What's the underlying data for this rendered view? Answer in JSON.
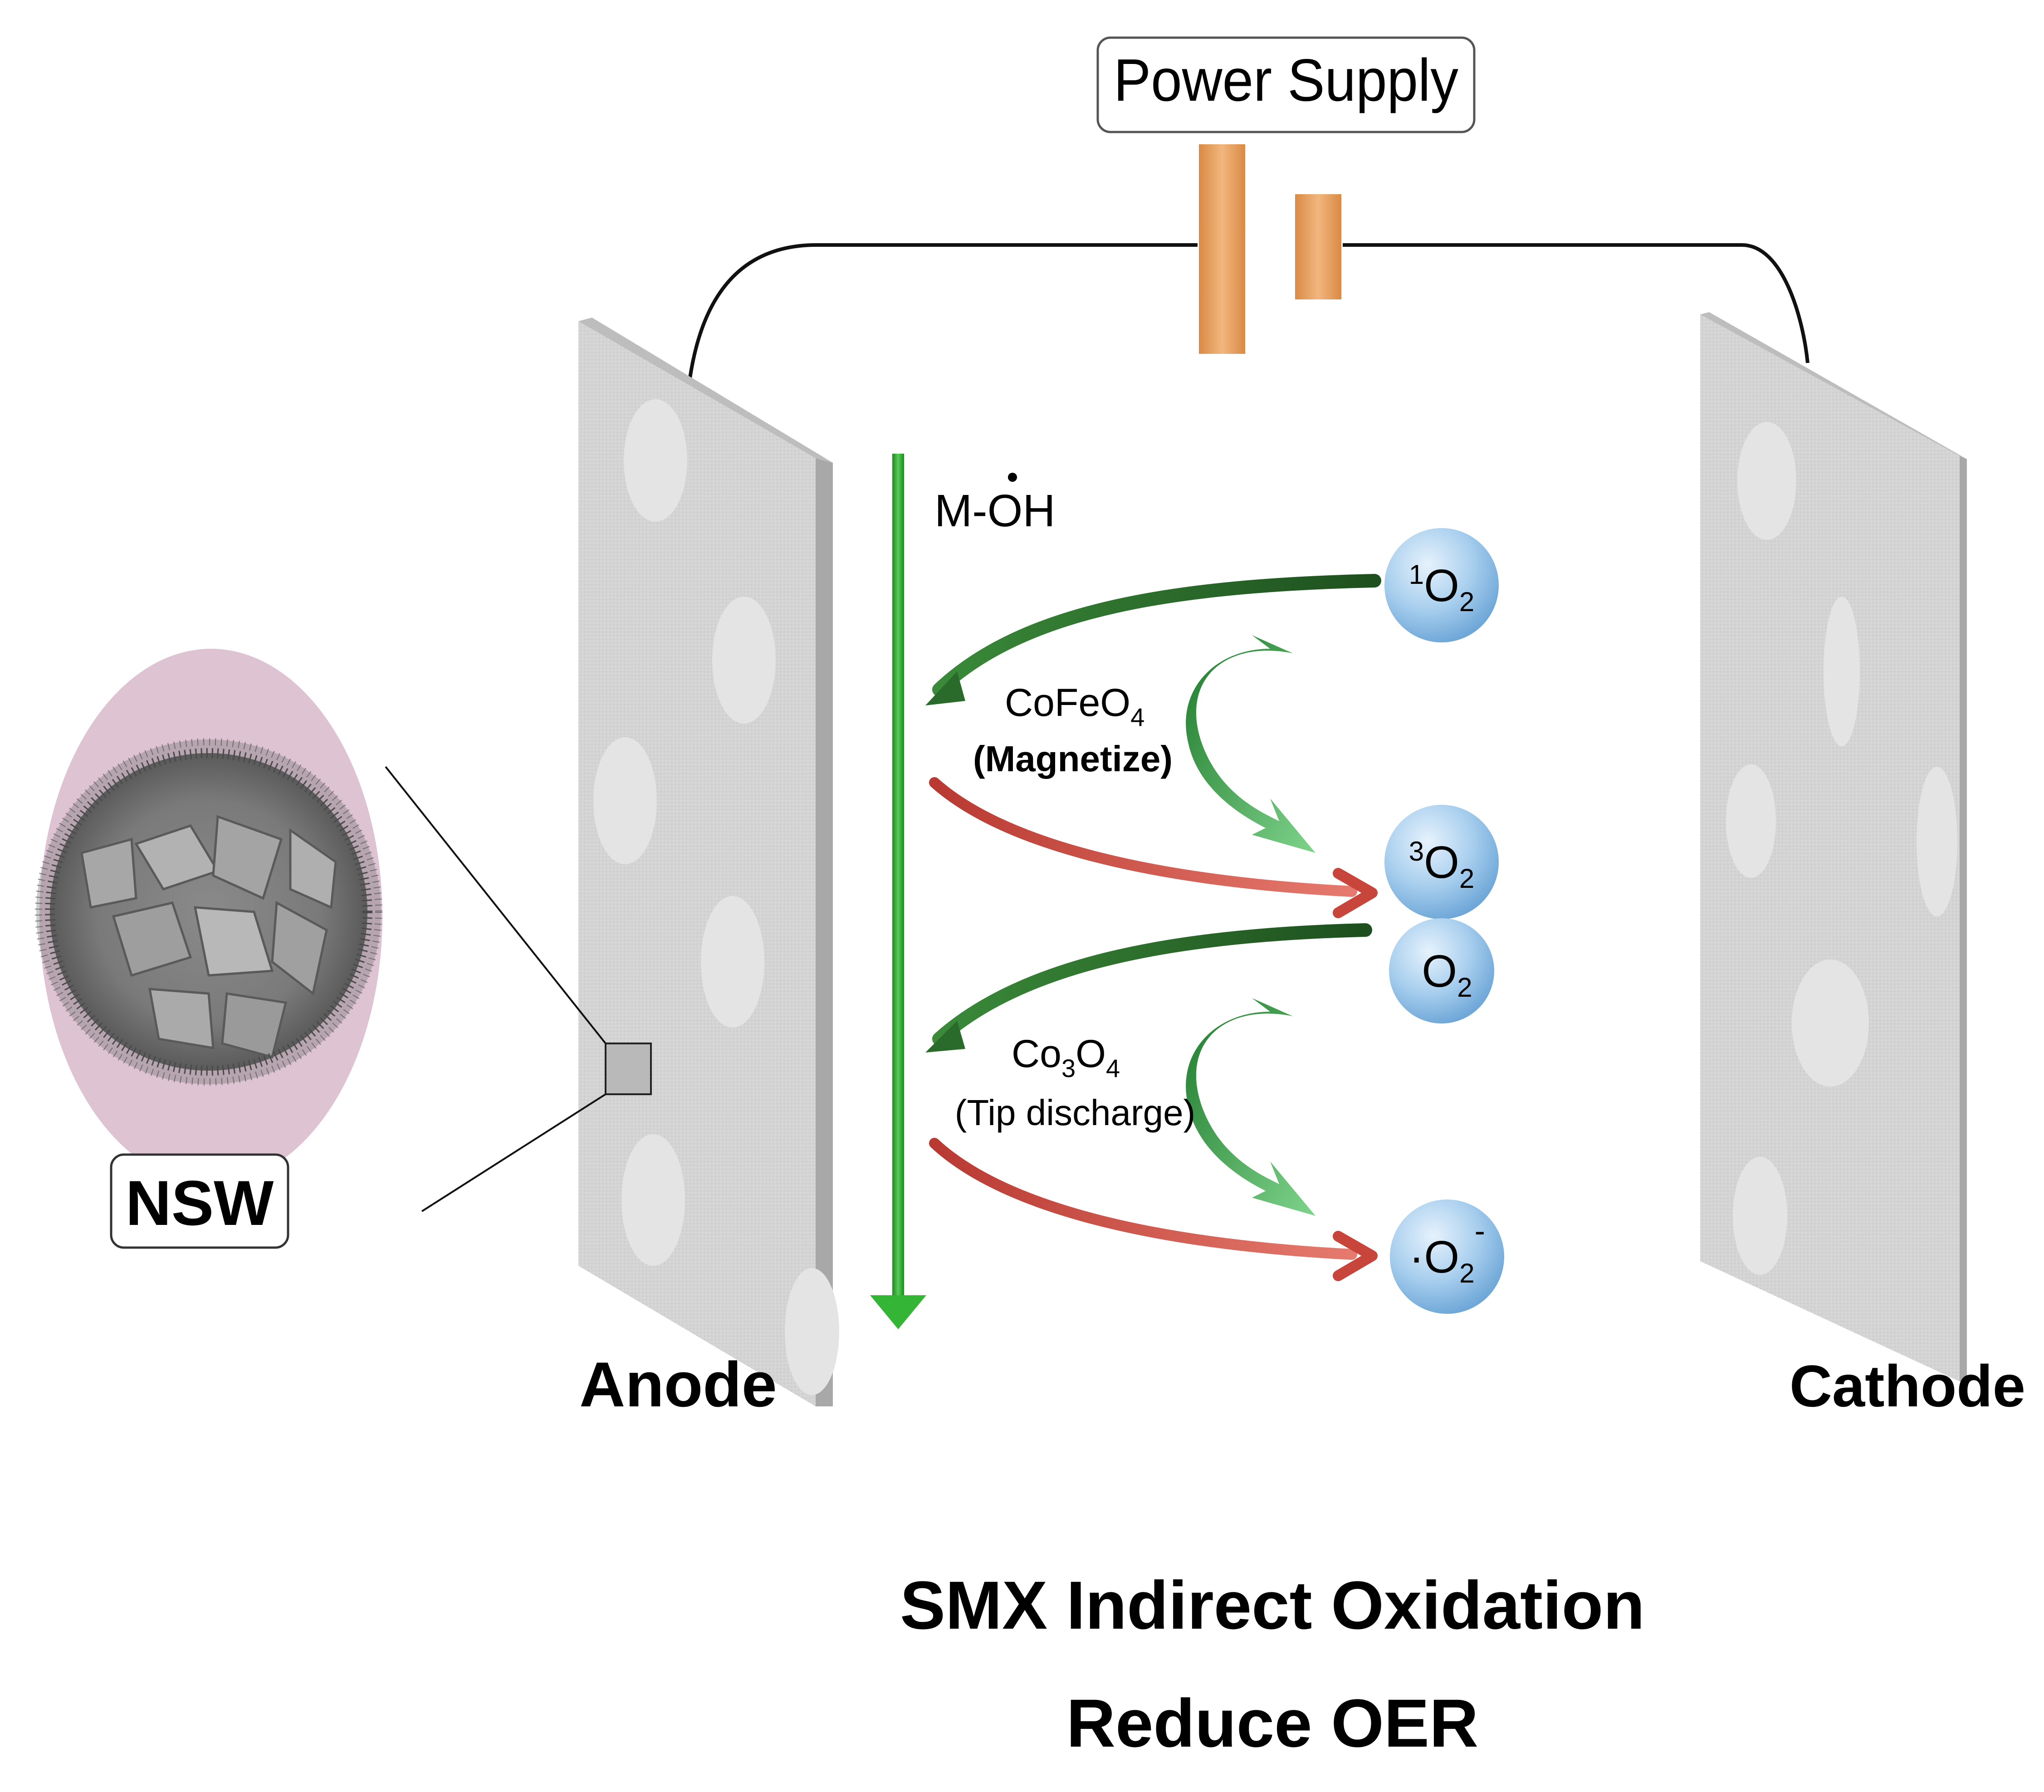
{
  "power_supply": {
    "label": "Power Supply"
  },
  "electrodes": {
    "anode_label": "Anode",
    "cathode_label": "Cathode"
  },
  "inset": {
    "label": "NSW"
  },
  "main_arrow": {
    "label_prefix": "M-",
    "label_o": "O",
    "label_suffix": "H"
  },
  "reactions": [
    {
      "catalyst_base": "CoFeO",
      "catalyst_sub": "4",
      "mechanism": "(Magnetize)"
    },
    {
      "catalyst_base_a": "Co",
      "catalyst_sub_a": "3",
      "catalyst_base_b": "O",
      "catalyst_sub_b": "4",
      "mechanism": "(Tip discharge)"
    }
  ],
  "species": [
    {
      "sup": "1",
      "base": "O",
      "sub": "2"
    },
    {
      "sup": "3",
      "base": "O",
      "sub": "2"
    },
    {
      "sup": "",
      "base": "O",
      "sub": "2"
    },
    {
      "prefix": "·",
      "base": "O",
      "sub": "2",
      "sup_after": "-"
    }
  ],
  "captions": {
    "line1": "SMX Indirect Oxidation",
    "line2": "Reduce OER"
  },
  "colors": {
    "electrode_face": "#d2d2d2",
    "electrode_side": "#a9a9a9",
    "battery": "#e59a57",
    "inset_bg": "#dfc2d3",
    "green_arrow": "#3cb53c",
    "dark_green_arrow": "#2f6b2f",
    "red_arrow": "#c8453c",
    "bubble": "#9cc6ea"
  }
}
